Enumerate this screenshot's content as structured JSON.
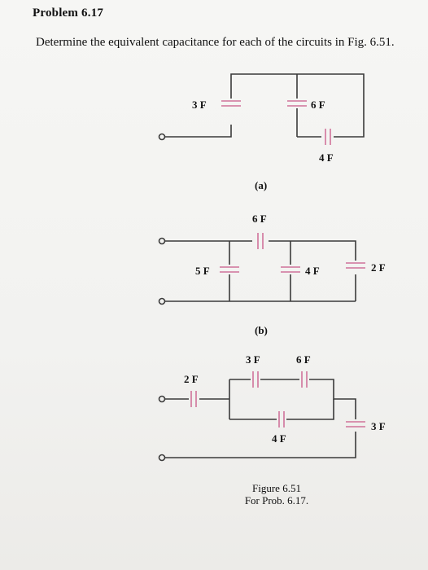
{
  "problem": {
    "title": "Problem 6.17",
    "text": "Determine the equivalent capacitance for each of the circuits in Fig. 6.51."
  },
  "circuits": {
    "a": {
      "label": "(a)",
      "c_left": "3 F",
      "c_mid": "6 F",
      "c_right": "4 F"
    },
    "b": {
      "label": "(b)",
      "c_top": "6 F",
      "c_left": "5 F",
      "c_mid": "4 F",
      "c_right": "2 F"
    },
    "c": {
      "c_in": "2 F",
      "c_top_left": "3 F",
      "c_top_right": "6 F",
      "c_mid": "4 F",
      "c_right": "3 F"
    }
  },
  "caption": {
    "line1": "Figure 6.51",
    "line2": "For Prob. 6.17."
  },
  "colors": {
    "wire": "#3a3a3a",
    "capacitor": "#d0739a",
    "text": "#111111"
  }
}
